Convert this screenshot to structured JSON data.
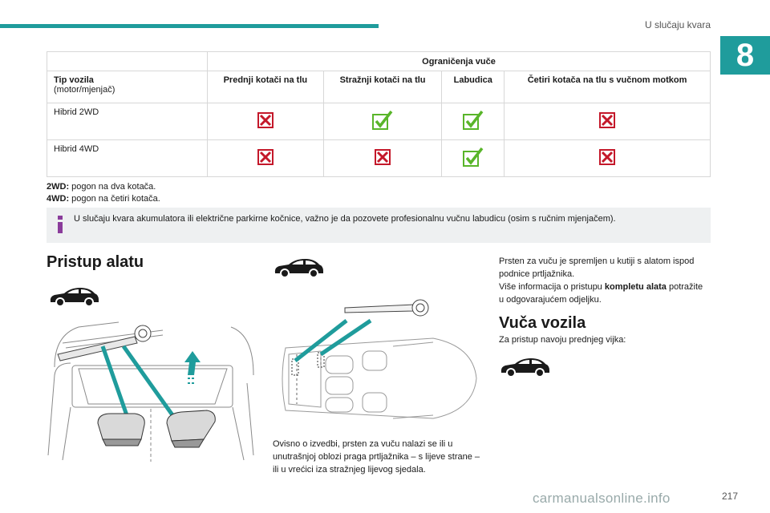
{
  "header": {
    "section_title": "U slučaju kvara",
    "chapter_number": "8"
  },
  "colors": {
    "accent": "#1f9c9c",
    "ok": "#59b52a",
    "no": "#c4182a",
    "info": "#8a3c9b"
  },
  "table": {
    "group_header": "Ograničenja vuče",
    "first_col_title": "Tip vozila",
    "first_col_sub": "(motor/mjenjač)",
    "columns": [
      "Prednji kotači na tlu",
      "Stražnji kotači na tlu",
      "Labudica",
      "Četiri kotača na tlu s vučnom motkom"
    ],
    "rows": [
      {
        "label": "Hibrid 2WD",
        "values": [
          "no",
          "yes",
          "yes",
          "no"
        ]
      },
      {
        "label": "Hibrid 4WD",
        "values": [
          "no",
          "no",
          "yes",
          "no"
        ]
      }
    ]
  },
  "notes": [
    {
      "abbr": "2WD:",
      "text": " pogon na dva kotača."
    },
    {
      "abbr": "4WD:",
      "text": " pogon na četiri kotača."
    }
  ],
  "info": {
    "icon": "info-icon",
    "text": "U slučaju kvara akumulatora ili električne parkirne kočnice, važno je da pozovete profesionalnu vučnu labudicu (osim s ručnim mjenjačem)."
  },
  "section1": {
    "title": "Pristup alatu"
  },
  "caption_mid": "Ovisno o izvedbi, prsten za vuču nalazi se ili u unutrašnjoj oblozi praga prtljažnika – s lijeve strane – ili u vrećici iza stražnjeg lijevog sjedala.",
  "right_text": {
    "line1": "Prsten za vuču je spremljen u kutiji s alatom ispod podnice prtljažnika.",
    "line2_pre": "Više informacija o pristupu ",
    "line2_bold": "kompletu alata",
    "line2_post": " potražite u odgovarajućem odjeljku."
  },
  "section2": {
    "title": "Vuča vozila",
    "text": "Za pristup navoju prednjeg vijka:"
  },
  "footer": {
    "page_number": "217",
    "watermark": "carmanualsonline.info"
  }
}
